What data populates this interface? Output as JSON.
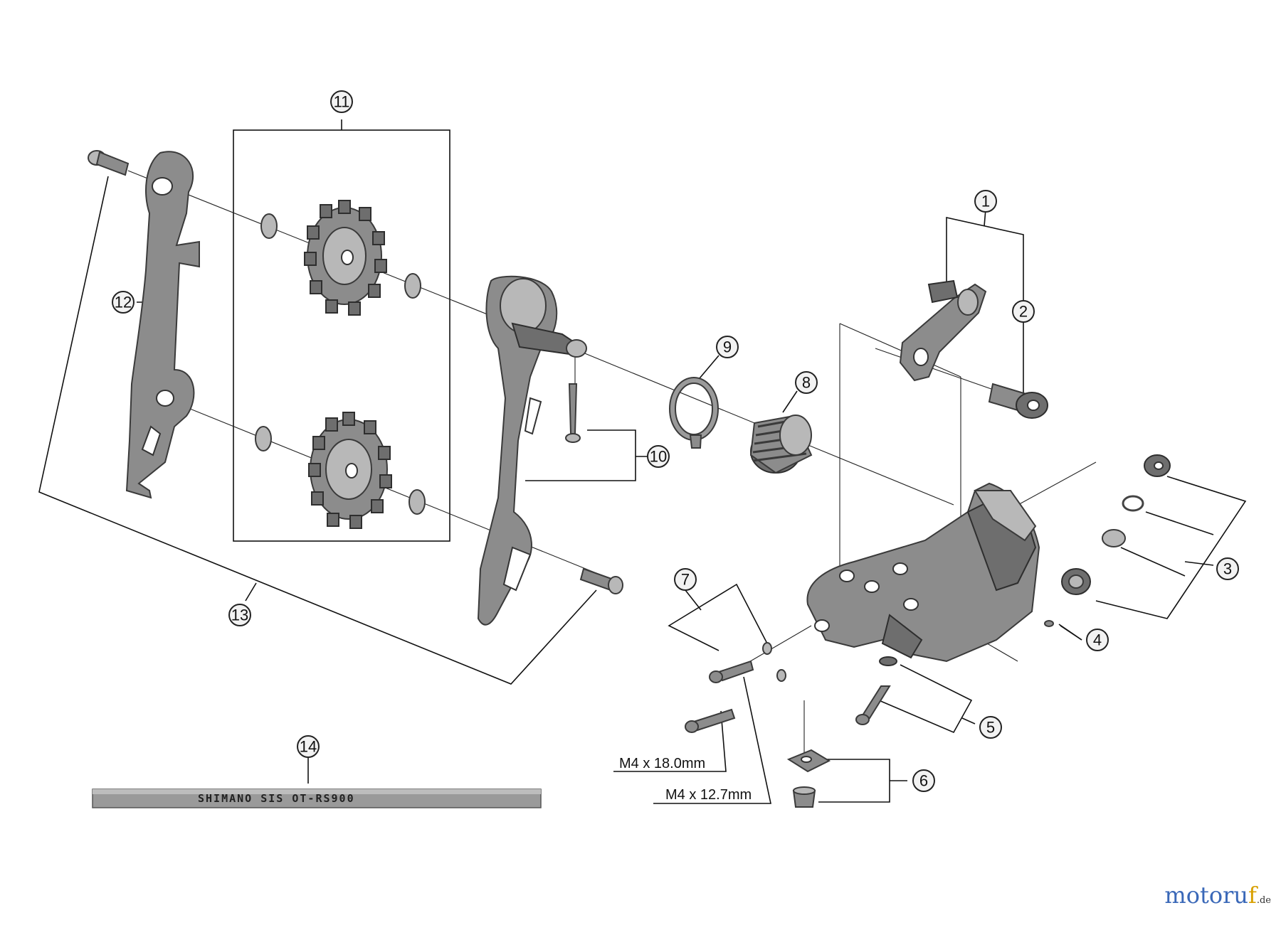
{
  "callouts": [
    "1",
    "2",
    "3",
    "4",
    "5",
    "6",
    "7",
    "8",
    "9",
    "10",
    "11",
    "12",
    "13",
    "14"
  ],
  "dimensions": {
    "bolt_long": "M4 x 18.0mm",
    "bolt_short": "M4 x 12.7mm"
  },
  "cable": {
    "print": "SHIMANO SIS  OT-RS900"
  },
  "watermark": {
    "main": "motoru",
    "accent": "f",
    "tld": ".de"
  },
  "colors": {
    "part": "#8c8c8c",
    "outline": "#3a3a3a",
    "watermark_blue": "#3a68b8",
    "watermark_gold": "#d8a000"
  }
}
